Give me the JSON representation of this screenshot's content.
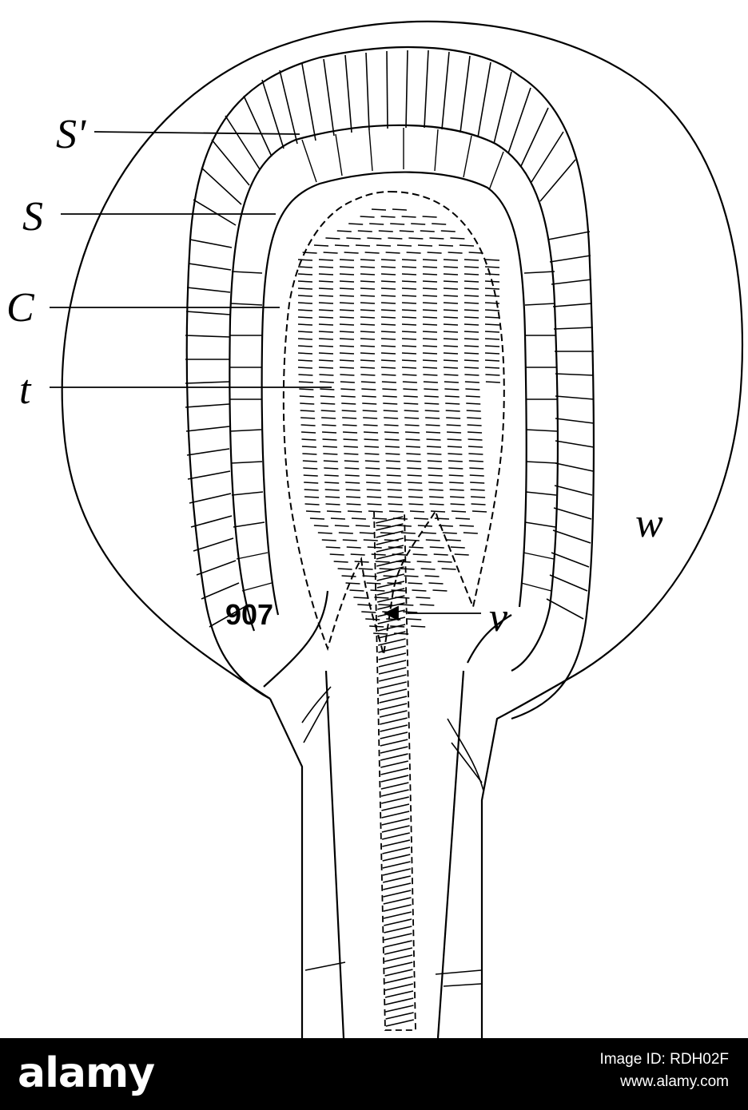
{
  "figure": {
    "number": "907",
    "labels": {
      "s_prime": "S'",
      "s": "S",
      "c": "C",
      "t": "t",
      "w": "w",
      "v": "v"
    }
  },
  "footer": {
    "brand": "alamy",
    "image_id": "Image ID: RDH02F",
    "url": "www.alamy.com"
  }
}
